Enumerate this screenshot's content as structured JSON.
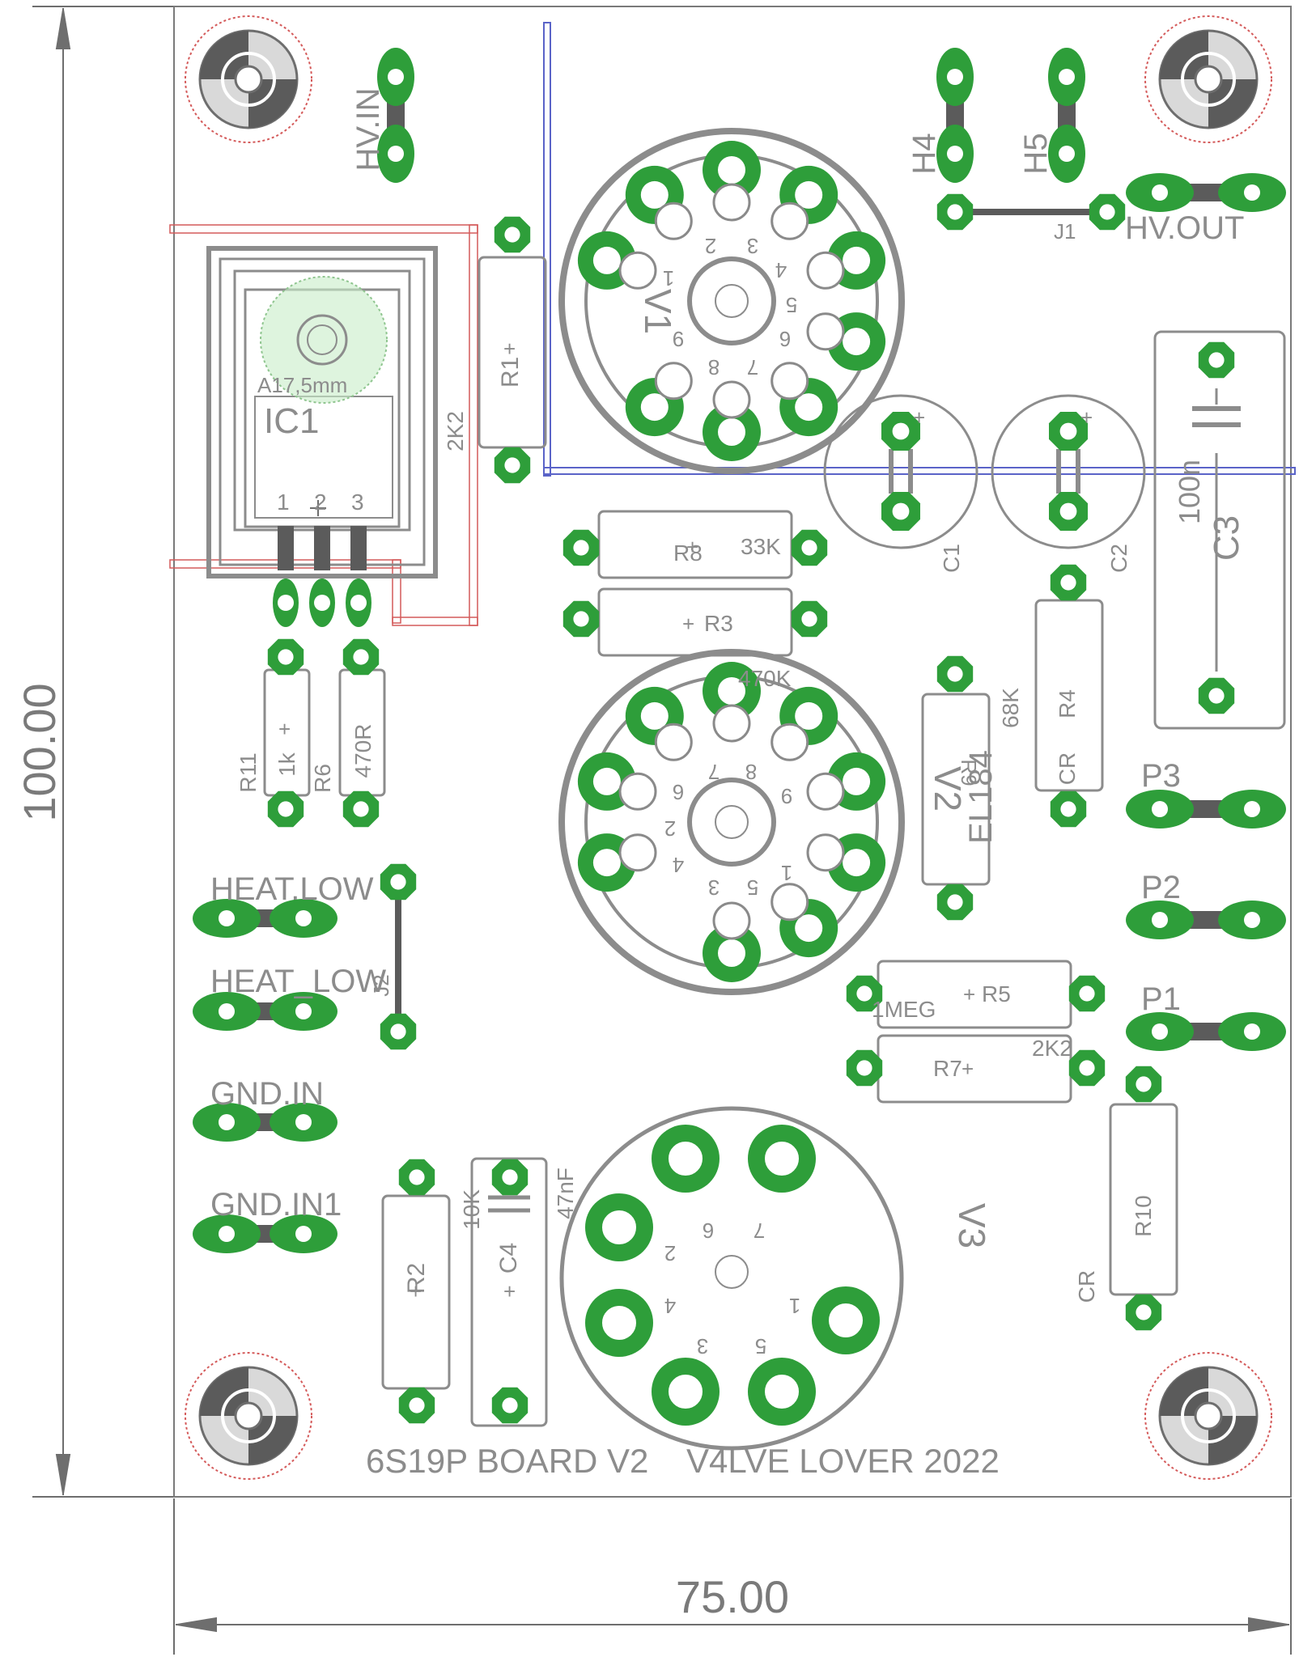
{
  "board": {
    "footer_left": "6S19P BOARD V2",
    "footer_right": "V4LVE LOVER 2022",
    "width_label": "75.00",
    "height_label": "100.00"
  },
  "connectors": {
    "hv_in": "HV.IN",
    "hv_out": "HV.OUT",
    "h4": "H4",
    "h5": "H5",
    "j1": "J1",
    "j2": "J2",
    "heat_low_1": "HEAT.LOW",
    "heat_low_2": "HEAT_LOW",
    "gnd_in": "GND.IN",
    "gnd_in1": "GND.IN1",
    "p1": "P1",
    "p2": "P2",
    "p3": "P3"
  },
  "ic1": {
    "name": "IC1",
    "heatsink": "A17,5mm",
    "pin1": "1",
    "pin2": "2",
    "pin3": "3"
  },
  "tubes": {
    "v1": "V1",
    "v2": "V2",
    "v3": "V3",
    "el184": "EL184",
    "pin_1": "1",
    "pin_2": "2",
    "pin_3": "3",
    "pin_4": "4",
    "pin_5": "5",
    "pin_6": "6",
    "pin_7": "7",
    "pin_8": "8",
    "pin_9": "9"
  },
  "components": {
    "r1": "R1",
    "r1_value": "2K2",
    "r2": "R2",
    "r2_value": "10K",
    "r3": "R3",
    "r3_value": "470K",
    "r4": "R4",
    "r4_value": "68K",
    "r4_alt": "CR",
    "r5": "R5",
    "r5_value": "1MEG",
    "r6": "R6",
    "r6_value": "470R",
    "r7": "R7",
    "r7_value": "2K2",
    "r8": "R8",
    "r8_value": "33K",
    "r9": "R9",
    "r10": "R10",
    "r10_alt": "CR",
    "r11": "R11",
    "r11_value": "1k",
    "c1": "C1",
    "c2": "C2",
    "c3": "C3",
    "c3_value": "100n",
    "c4": "C4",
    "c4_value": "47nF",
    "plus": "+"
  },
  "colors": {
    "pad": "#2e9e3a",
    "outline": "#8c8c8c",
    "trace": "#5b5b5b",
    "keepout": "#d45a5a",
    "wire": "#5a63c8"
  }
}
